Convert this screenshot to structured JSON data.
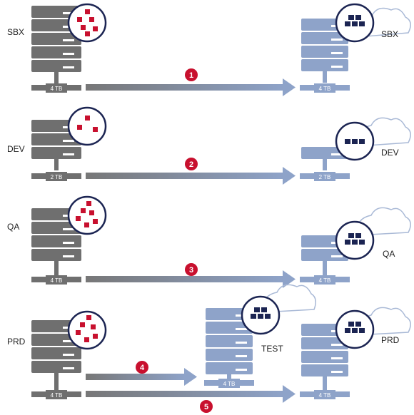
{
  "environments": [
    {
      "id": "sbx",
      "label": "SBX",
      "source_size": "4 TB",
      "target_size": "4 TB",
      "target_label": "SBX",
      "step": "1"
    },
    {
      "id": "dev",
      "label": "DEV",
      "source_size": "2 TB",
      "target_size": "2 TB",
      "target_label": "DEV",
      "step": "2"
    },
    {
      "id": "qa",
      "label": "QA",
      "source_size": "4 TB",
      "target_size": "4 TB",
      "target_label": "QA",
      "step": "3"
    },
    {
      "id": "prd",
      "label": "PRD",
      "source_size": "4 TB",
      "test_size": "4 TB",
      "test_label": "TEST",
      "target_size": "4 TB",
      "target_label": "PRD",
      "step_test": "4",
      "step_target": "5"
    }
  ],
  "colors": {
    "source_server": "#6f6f6f",
    "target_server": "#8ea3c9",
    "arrow_gray": "#777777",
    "arrow_blue": "#8ea3c9",
    "step_badge": "#c8102e",
    "red_blocks": "#c8102e",
    "navy_blocks": "#1b2452",
    "cloud_outline": "#a9b9d6"
  },
  "icons": {
    "source_badge": "red-blocks-icon",
    "target_badge": "navy-blocks-icon",
    "cloud": "cloud-icon"
  }
}
